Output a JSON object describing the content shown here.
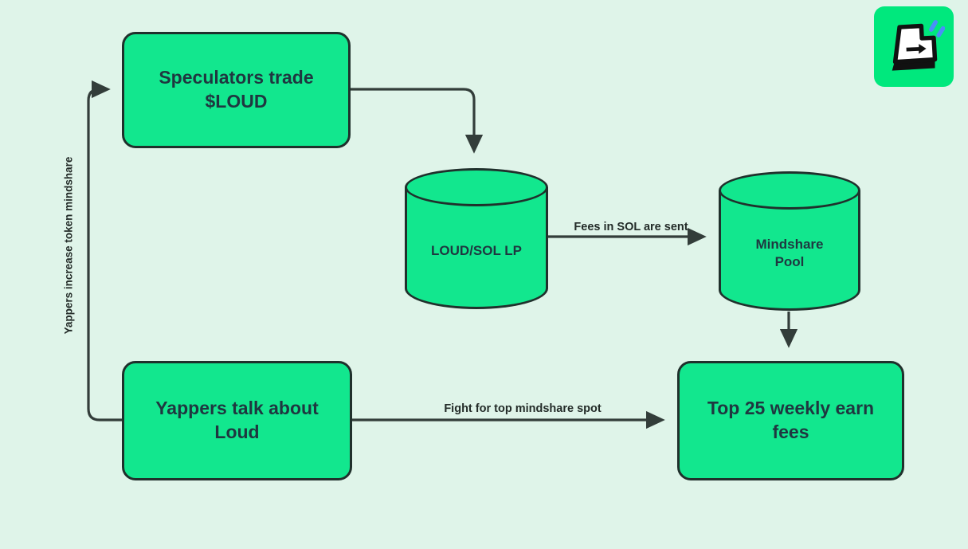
{
  "diagram": {
    "title": "LOUD token mindshare flywheel flowchart",
    "colors": {
      "background": "#dff4e9",
      "node_fill": "#12e78e",
      "node_stroke": "#20302c",
      "node_text": "#1f3740",
      "edge": "#333d3a",
      "label_text": "#232b28",
      "logo_bg": "#00e87d",
      "logo_accent_blue": "#4b8ef7"
    },
    "nodes": {
      "speculators": {
        "label": "Speculators trade $LOUD",
        "shape": "rounded-box"
      },
      "loud_sol_lp": {
        "label": "LOUD/SOL LP",
        "shape": "cylinder"
      },
      "mindshare_pool": {
        "label": "Mindshare Pool",
        "shape": "cylinder"
      },
      "yappers": {
        "label": "Yappers talk about Loud",
        "shape": "rounded-box"
      },
      "top25": {
        "label": "Top 25 weekly earn fees",
        "shape": "rounded-box"
      }
    },
    "edges": {
      "speculators_to_lp": {
        "label": "",
        "from": "speculators",
        "to": "loud_sol_lp"
      },
      "lp_to_pool": {
        "label": "Fees in SOL are sent",
        "from": "loud_sol_lp",
        "to": "mindshare_pool"
      },
      "pool_to_top25": {
        "label": "",
        "from": "mindshare_pool",
        "to": "top25"
      },
      "yappers_to_top25": {
        "label": "Fight for top mindshare spot",
        "from": "yappers",
        "to": "top25"
      },
      "yappers_to_speculators": {
        "label": "Yappers increase token mindshare",
        "from": "yappers",
        "to": "speculators"
      }
    },
    "logo": {
      "icon": "key-export-icon"
    }
  }
}
